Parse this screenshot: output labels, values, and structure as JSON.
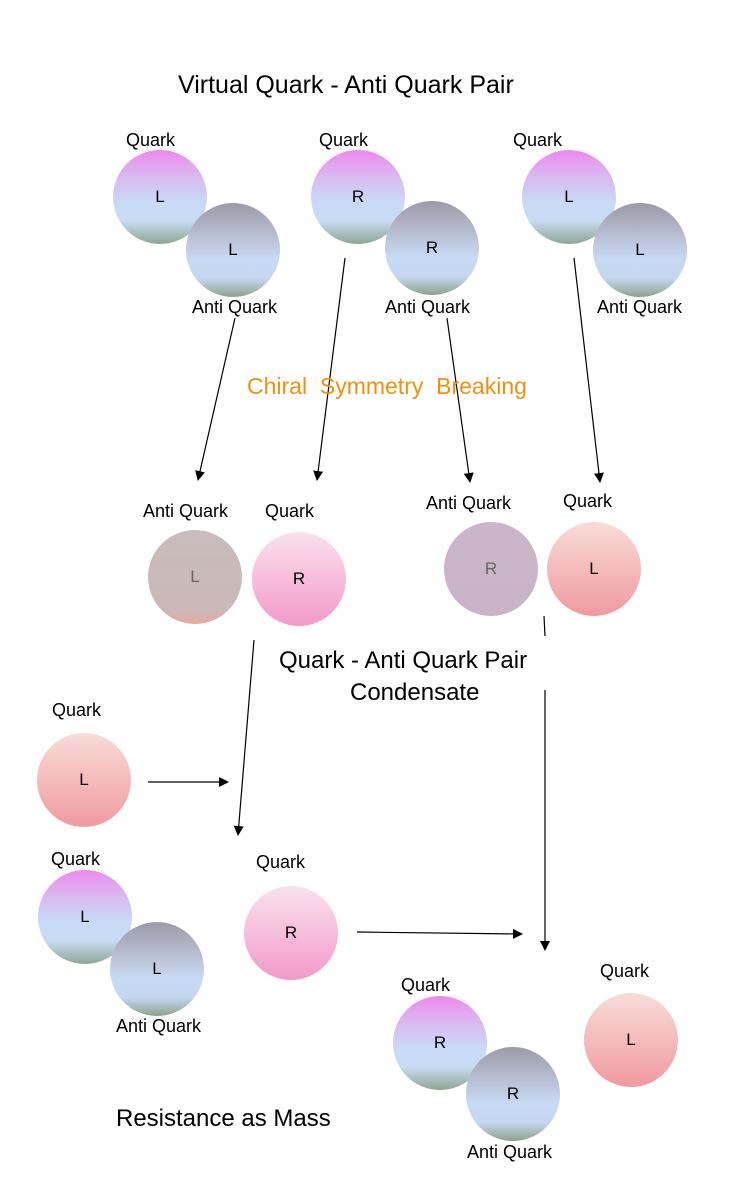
{
  "title": "Virtual Quark - Anti Quark Pair",
  "chiral_label": "Chiral  Symmetry  Breaking",
  "condensate_label": [
    "Quark - Anti Quark Pair",
    "Condensate"
  ],
  "mass_label": "Resistance as Mass",
  "labels": {
    "quark": "Quark",
    "anti_quark": "Anti Quark"
  },
  "pairs_top": [
    {
      "quark": "L",
      "anti_quark": "L"
    },
    {
      "quark": "R",
      "anti_quark": "R"
    },
    {
      "quark": "L",
      "anti_quark": "L"
    }
  ],
  "condensate": [
    {
      "anti_quark": "L",
      "quark": "R"
    },
    {
      "anti_quark": "R",
      "quark": "L"
    }
  ],
  "mass_section": {
    "free_quark_left": "L",
    "pair_left": {
      "quark": "L",
      "anti_quark": "L"
    },
    "quark_mid": "R",
    "pair_right": {
      "quark": "R",
      "anti_quark": "R"
    },
    "free_quark_right": "L"
  },
  "colors": {
    "accent_orange": "#f0900f"
  }
}
